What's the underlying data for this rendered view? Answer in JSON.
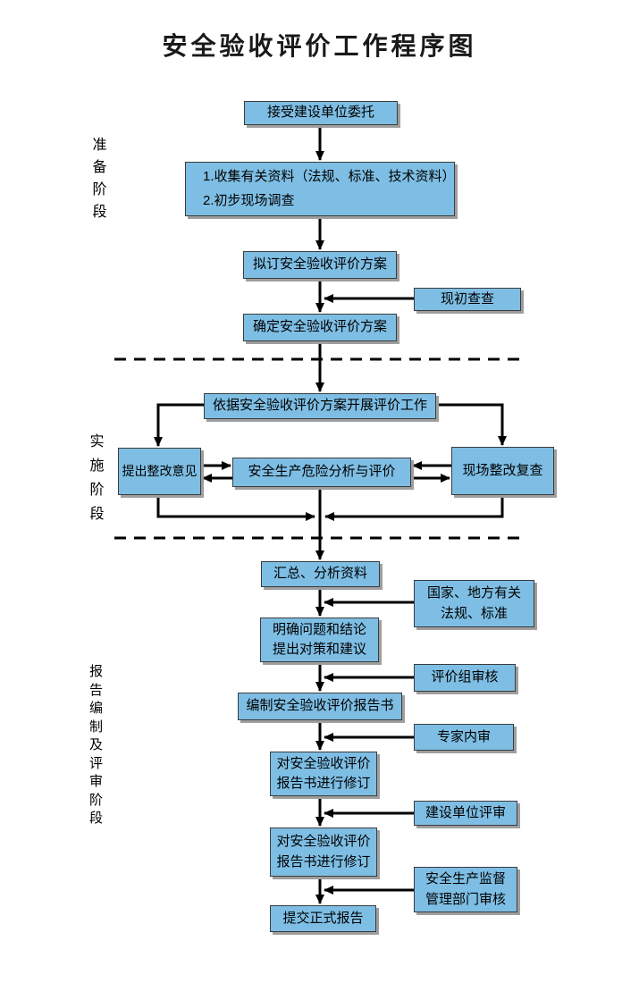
{
  "title": "安全验收评价工作程序图",
  "phase_labels": {
    "preparation": "准备阶段",
    "implementation": "实施阶段",
    "reporting": "报告编制及评审阶段"
  },
  "nodes": {
    "accept_commission": "接受建设单位委托",
    "collect_info_line1": "1.收集有关资料（法规、标准、技术资料）",
    "collect_info_line2": "2.初步现场调查",
    "draft_plan": "拟订安全验收评价方案",
    "initial_check": "现初查查",
    "confirm_plan": "确定安全验收评价方案",
    "carry_out_evaluation": "依据安全验收评价方案开展评价工作",
    "propose_rectification": "提出整改意见",
    "hazard_analysis": "安全生产危险分析与评价",
    "site_rectification_recheck": "现场整改复查",
    "summarize_data": "汇总、分析资料",
    "regulations_line1": "国家、地方有关",
    "regulations_line2": "法规、标准",
    "clarify_line1": "明确问题和结论",
    "clarify_line2": "提出对策和建议",
    "evaluation_group_review": "评价组审核",
    "compile_report": "编制安全验收评价报告书",
    "expert_internal_review": "专家内审",
    "revise_report1_line1": "对安全验收评价",
    "revise_report1_line2": "报告书进行修订",
    "client_review": "建设单位评审",
    "revise_report2_line1": "对安全验收评价",
    "revise_report2_line2": "报告书进行修订",
    "authority_review_line1": "安全生产监督",
    "authority_review_line2": "管理部门审核",
    "submit_final_report": "提交正式报告"
  },
  "colors": {
    "node_fill": "#7EBEE4",
    "node_border": "#3C3C3C",
    "node_shadow": "#9E9E9E",
    "connector": "#000000",
    "title_color": "#1A1A1A"
  }
}
